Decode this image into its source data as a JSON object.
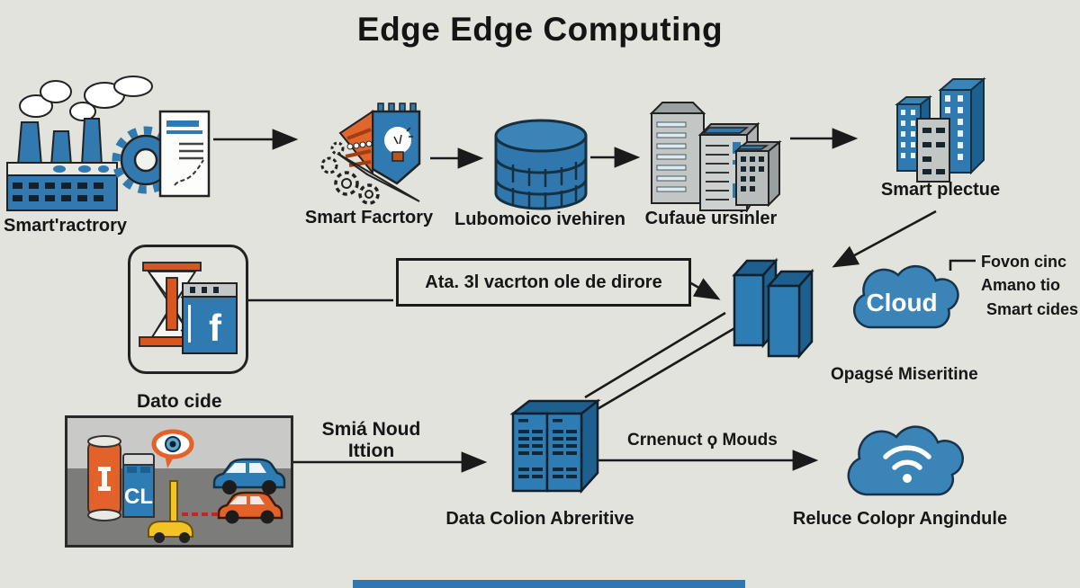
{
  "title": "Edge Edge Computing",
  "colors": {
    "background": "#e2e3dc",
    "primary_blue": "#2e7ab1",
    "blue_light": "#3b84b8",
    "dark_outline": "#1a1a1a",
    "orange": "#e0662d",
    "gray_building": "#c2c6c5",
    "bottom_bar_blue": "#2e77b0"
  },
  "flow_top": {
    "factory_label": "Smart'ractrory",
    "smart_factory_label": "Smart Facrtory",
    "database_label": "Lubomoico ivehiren",
    "city_label": "Cufaue ursinler",
    "smart_city_label": "Smart plectue"
  },
  "flow_middle": {
    "data_side_label": "Dato cide",
    "fbox_glyph": "f",
    "flow_box_label": "Ata. 3l vacrton ole de dirore",
    "cloud_label": "Cloud",
    "cloud_items": [
      "Fovon cinc",
      "Amano tio",
      "Smart cides"
    ],
    "cloud_caption": "Opagsé Miseritine"
  },
  "flow_bottom": {
    "scene_canister_label": "CL",
    "edge_node_line1": "Smiá Noud",
    "edge_node_line2": "Ittion",
    "server_label": "Data Colion Abreritive",
    "connect_label": "Crnenuct ϙ Mouds",
    "wifi_cloud_label": "Reluce Colopr Angindule"
  },
  "icons": [
    "factory-icon",
    "gear-icon",
    "document-icon",
    "shield-icon",
    "database-icon",
    "city-buildings-icon",
    "smart-city-icon",
    "hourglass-icon",
    "f-card-icon",
    "edge-boxes-icon",
    "cloud-icon",
    "server-rack-icon",
    "wifi-cloud-icon",
    "eye-icon",
    "car-icon",
    "canister-icon"
  ]
}
